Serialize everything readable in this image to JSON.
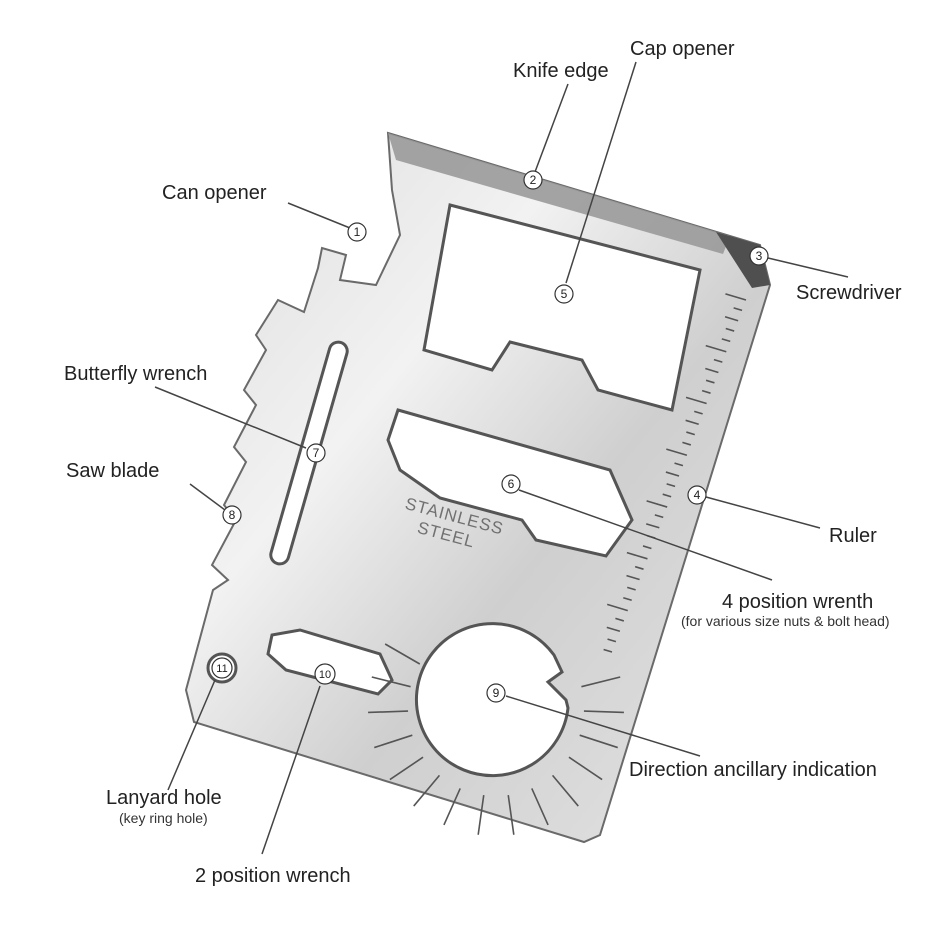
{
  "card": {
    "stamp_line1": "STAINLESS",
    "stamp_line2": "STEEL",
    "colors": {
      "steel_light": "#e9e9e9",
      "steel_mid": "#c9c9c9",
      "steel_dark": "#8f8f8f",
      "edge": "#555555",
      "line": "#444444"
    }
  },
  "callouts": [
    {
      "id": "can-opener",
      "number": "1",
      "label": "Can opener",
      "sublabel": ""
    },
    {
      "id": "knife-edge",
      "number": "2",
      "label": "Knife edge",
      "sublabel": ""
    },
    {
      "id": "screwdriver",
      "number": "3",
      "label": "Screwdriver",
      "sublabel": ""
    },
    {
      "id": "ruler",
      "number": "4",
      "label": "Ruler",
      "sublabel": ""
    },
    {
      "id": "cap-opener",
      "number": "5",
      "label": "Cap opener",
      "sublabel": ""
    },
    {
      "id": "4-position-wrench",
      "number": "6",
      "label": "4 position wrenth",
      "sublabel": "(for various size nuts & bolt head)"
    },
    {
      "id": "butterfly-wrench",
      "number": "7",
      "label": "Butterfly wrench",
      "sublabel": ""
    },
    {
      "id": "saw-blade",
      "number": "8",
      "label": "Saw blade",
      "sublabel": ""
    },
    {
      "id": "direction-indication",
      "number": "9",
      "label": "Direction ancillary indication",
      "sublabel": ""
    },
    {
      "id": "2-position-wrench",
      "number": "10",
      "label": "2 position wrench",
      "sublabel": ""
    },
    {
      "id": "lanyard-hole",
      "number": "11",
      "label": "Lanyard hole",
      "sublabel": "(key ring hole)"
    }
  ]
}
